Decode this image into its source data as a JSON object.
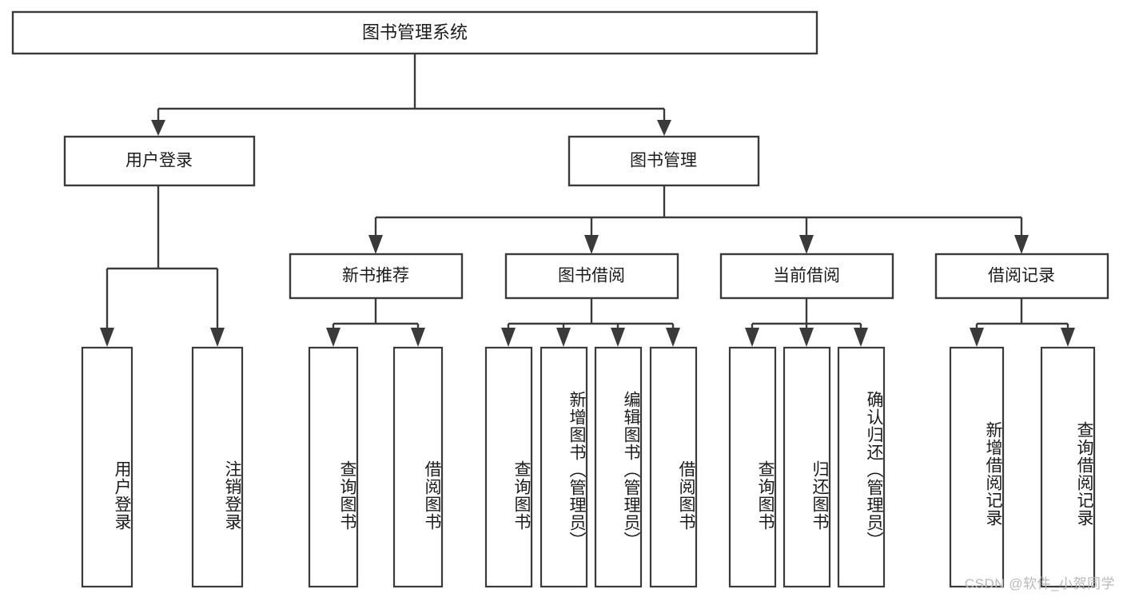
{
  "diagram": {
    "type": "hierarchy-tree",
    "title": "图书管理系统",
    "watermark": "CSDN @软件_小贺同学",
    "colors": {
      "stroke": "#3a3a3a",
      "box_fill": "#ffffff",
      "text": "#1b1b1b",
      "background": "#ffffff",
      "watermark": "#b9b9b9"
    },
    "root": {
      "label": "图书管理系统"
    },
    "level2": [
      {
        "label": "用户登录"
      },
      {
        "label": "图书管理"
      }
    ],
    "level3": [
      {
        "label": "新书推荐"
      },
      {
        "label": "图书借阅"
      },
      {
        "label": "当前借阅"
      },
      {
        "label": "借阅记录"
      }
    ],
    "leaves": {
      "user_login": [
        {
          "label": "用户登录"
        },
        {
          "label": "注销登录"
        }
      ],
      "new_book": [
        {
          "label": "查询图书"
        },
        {
          "label": "借阅图书"
        }
      ],
      "book_borrow": [
        {
          "label": "查询图书"
        },
        {
          "label": "新增图书（管理员）"
        },
        {
          "label": "编辑图书（管理员）"
        },
        {
          "label": "借阅图书"
        }
      ],
      "current_borrow": [
        {
          "label": "查询图书"
        },
        {
          "label": "归还图书"
        },
        {
          "label": "确认归还（管理员）"
        }
      ],
      "borrow_record": [
        {
          "label": "新增借阅记录"
        },
        {
          "label": "查询借阅记录"
        }
      ]
    }
  }
}
